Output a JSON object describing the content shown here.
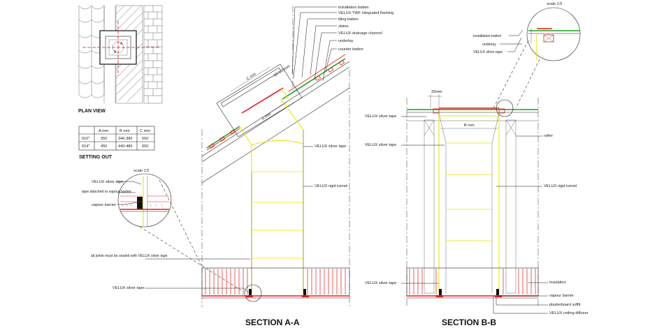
{
  "labels": {
    "plan_view": "PLAN VIEW",
    "setting_out": "SETTING OUT",
    "section_aa": "SECTION A-A",
    "section_bb": "SECTION B-B",
    "scale_left": "scale 1:5",
    "scale_right": "scale 1:5",
    "plan_markers": [
      "A",
      "B"
    ]
  },
  "setting_out_table": {
    "headers": [
      "",
      "A mm",
      "B mm",
      "C mm"
    ],
    "rows": [
      [
        "010\"",
        "350",
        "340-380",
        "550"
      ],
      [
        "014\"",
        "450",
        "440-480",
        "650"
      ]
    ]
  },
  "section_aa": {
    "callouts_top": [
      "installation batten",
      "VELUX TWF integrated flashing",
      "tiling batten",
      "slates",
      "VELUX drainage channel",
      "underlay",
      "counter batten"
    ],
    "dim_c": "C mm",
    "dim_a": "A mm",
    "dim_gap": "60-100mm",
    "silver_tape": "VELUX silver tape",
    "rigid_tunnel": "VELUX rigid tunnel",
    "detail_callouts": [
      "VELUX silver tape",
      "tape attached to vapour barrier",
      "vapour barrier"
    ],
    "joints_note": "all joints must be sealed with VELUX silver tape",
    "bottom_tape": "VELUX silver tape"
  },
  "section_bb": {
    "detail_callouts": [
      "installation batten",
      "underlay",
      "VELUX silver tape"
    ],
    "dim_20": "20mm",
    "dim_b": "B mm",
    "left_tape_1": "VELUX silver tape",
    "left_tape_2": "VELUX silver tape",
    "left_tape_3": "VELUX silver tape",
    "rafter": "rafter",
    "rigid_tunnel": "VELUX rigid tunnel",
    "bottom_callouts": [
      "insulation",
      "vapour barrier",
      "plasterboard soffit",
      "VELUX ceiling diffuser"
    ]
  },
  "colors": {
    "tunnel": "#e8e800",
    "timber": "#e31b1b",
    "flashing": "#1aa21a",
    "linework": "#222222"
  }
}
